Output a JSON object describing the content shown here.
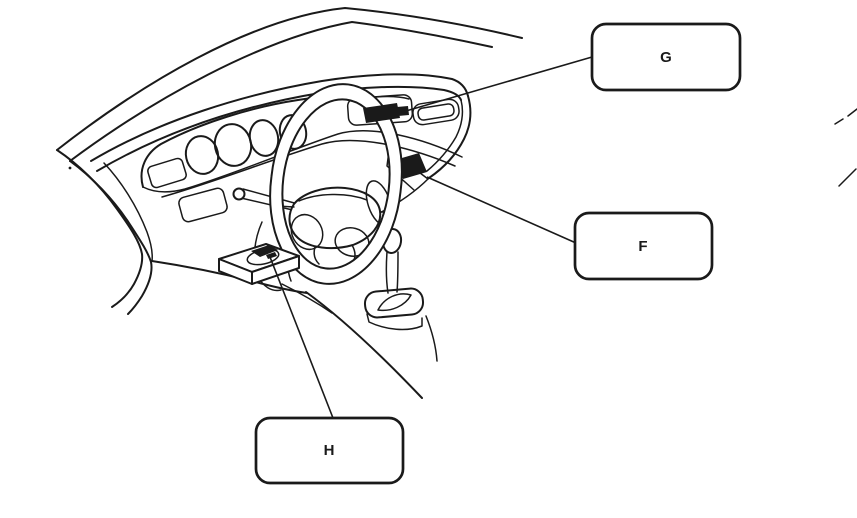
{
  "figure": {
    "background": "#ffffff",
    "ink": "#1a1a1a",
    "callouts": [
      {
        "label": "G"
      },
      {
        "label": "F"
      },
      {
        "label": "H"
      }
    ]
  }
}
